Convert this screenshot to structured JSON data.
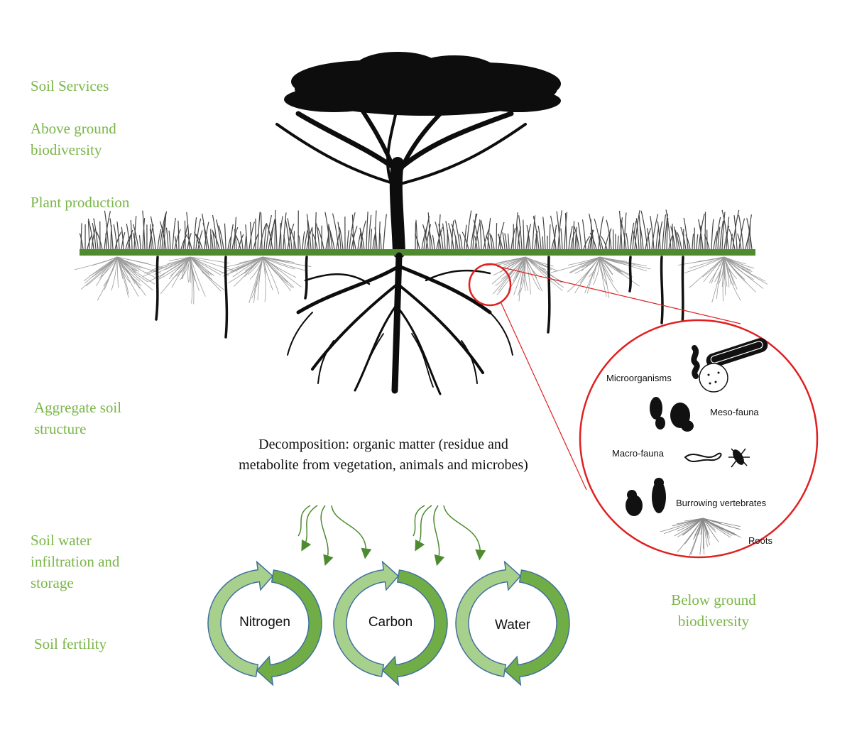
{
  "services": [
    {
      "id": "soil-services",
      "text": "Soil Services"
    },
    {
      "id": "above-ground-biodiversity",
      "text": "Above ground\nbiodiversity"
    },
    {
      "id": "plant-production",
      "text": "Plant production"
    },
    {
      "id": "aggregate-soil-structure",
      "text": "Aggregate soil\nstructure"
    },
    {
      "id": "soil-water-infiltration",
      "text": "Soil water\ninfiltration and\nstorage"
    },
    {
      "id": "soil-fertility",
      "text": "Soil fertility"
    }
  ],
  "decomposition": "Decomposition: organic matter (residue and metabolite from vegetation, animals and microbes)",
  "cycles": [
    "Nitrogen",
    "Carbon",
    "Water"
  ],
  "biota": [
    "Microorganisms",
    "Meso-fauna",
    "Macro-fauna",
    "Burrowing vertebrates",
    "Roots"
  ],
  "below_ground": "Below ground\nbiodiversity",
  "colors": {
    "service_text": "#7ab648",
    "ground_line": "#4f8a2e",
    "magnifier": "#e02020",
    "arrow": "#4e8a30",
    "cycle_light": "#a8d08d",
    "cycle_dark": "#70ad47",
    "cycle_stroke": "#41719c"
  }
}
